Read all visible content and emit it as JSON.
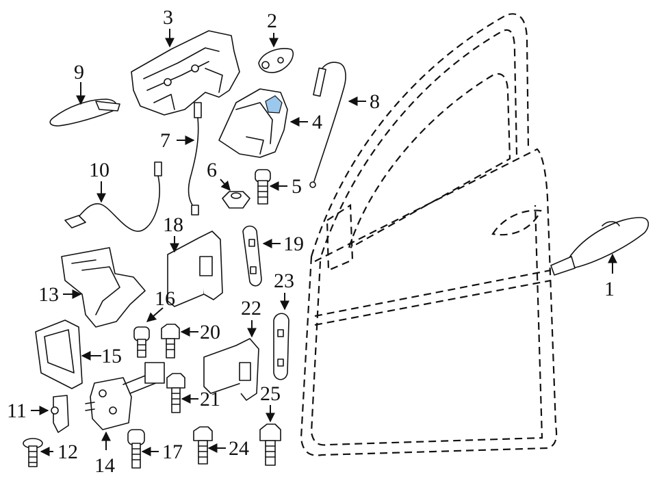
{
  "labels": {
    "1": "1",
    "2": "2",
    "3": "3",
    "4": "4",
    "5": "5",
    "6": "6",
    "7": "7",
    "8": "8",
    "9": "9",
    "10": "10",
    "11": "11",
    "12": "12",
    "13": "13",
    "14": "14",
    "15": "15",
    "16": "16",
    "17": "17",
    "18": "18",
    "19": "19",
    "20": "20",
    "21": "21",
    "22": "22",
    "23": "23",
    "24": "24",
    "25": "25"
  },
  "colors": {
    "line": "#111111",
    "highlight": "#9cc8ee",
    "background": "#ffffff"
  }
}
